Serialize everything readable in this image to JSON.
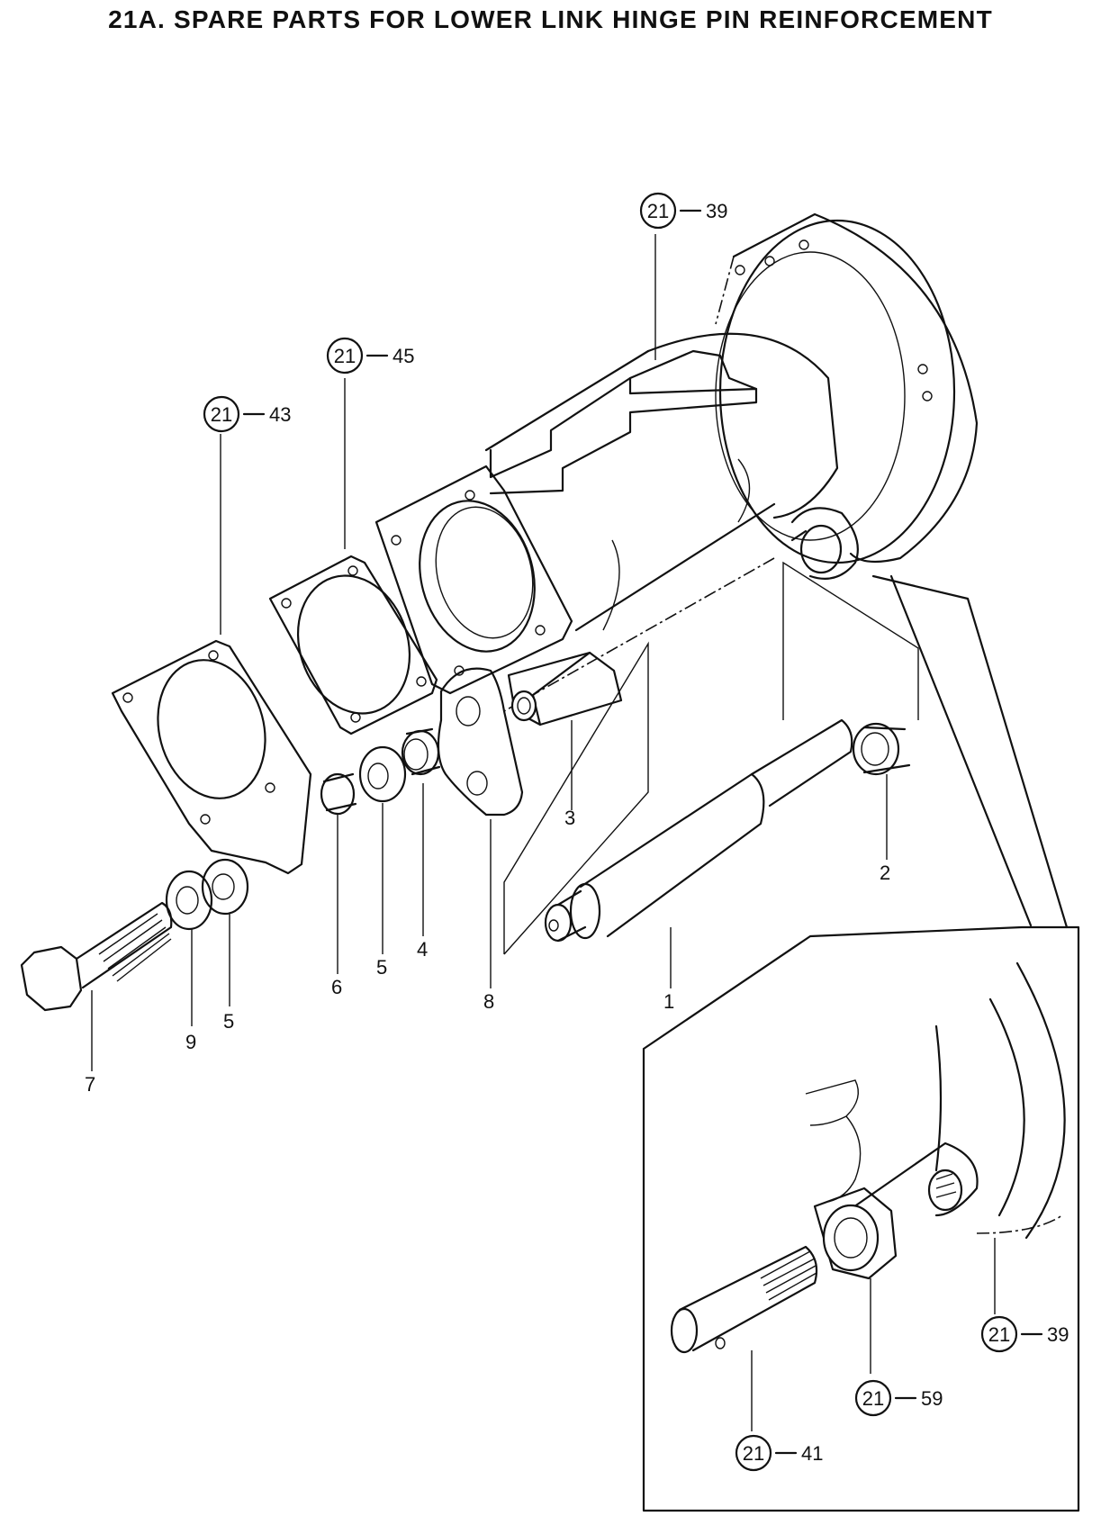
{
  "title": "21A.  SPARE PARTS FOR LOWER LINK HINGE PIN REINFORCEMENT",
  "part_labels": {
    "p1": "1",
    "p2": "2",
    "p3": "3",
    "p4": "4",
    "p5a": "5",
    "p5b": "5",
    "p6": "6",
    "p7": "7",
    "p8": "8",
    "p9": "9"
  },
  "reference_callouts": {
    "r39_top": {
      "group": "21",
      "item": "39"
    },
    "r45": {
      "group": "21",
      "item": "45"
    },
    "r43": {
      "group": "21",
      "item": "43"
    },
    "r39_detail": {
      "group": "21",
      "item": "39"
    },
    "r59": {
      "group": "21",
      "item": "59"
    },
    "r41": {
      "group": "21",
      "item": "41"
    }
  }
}
